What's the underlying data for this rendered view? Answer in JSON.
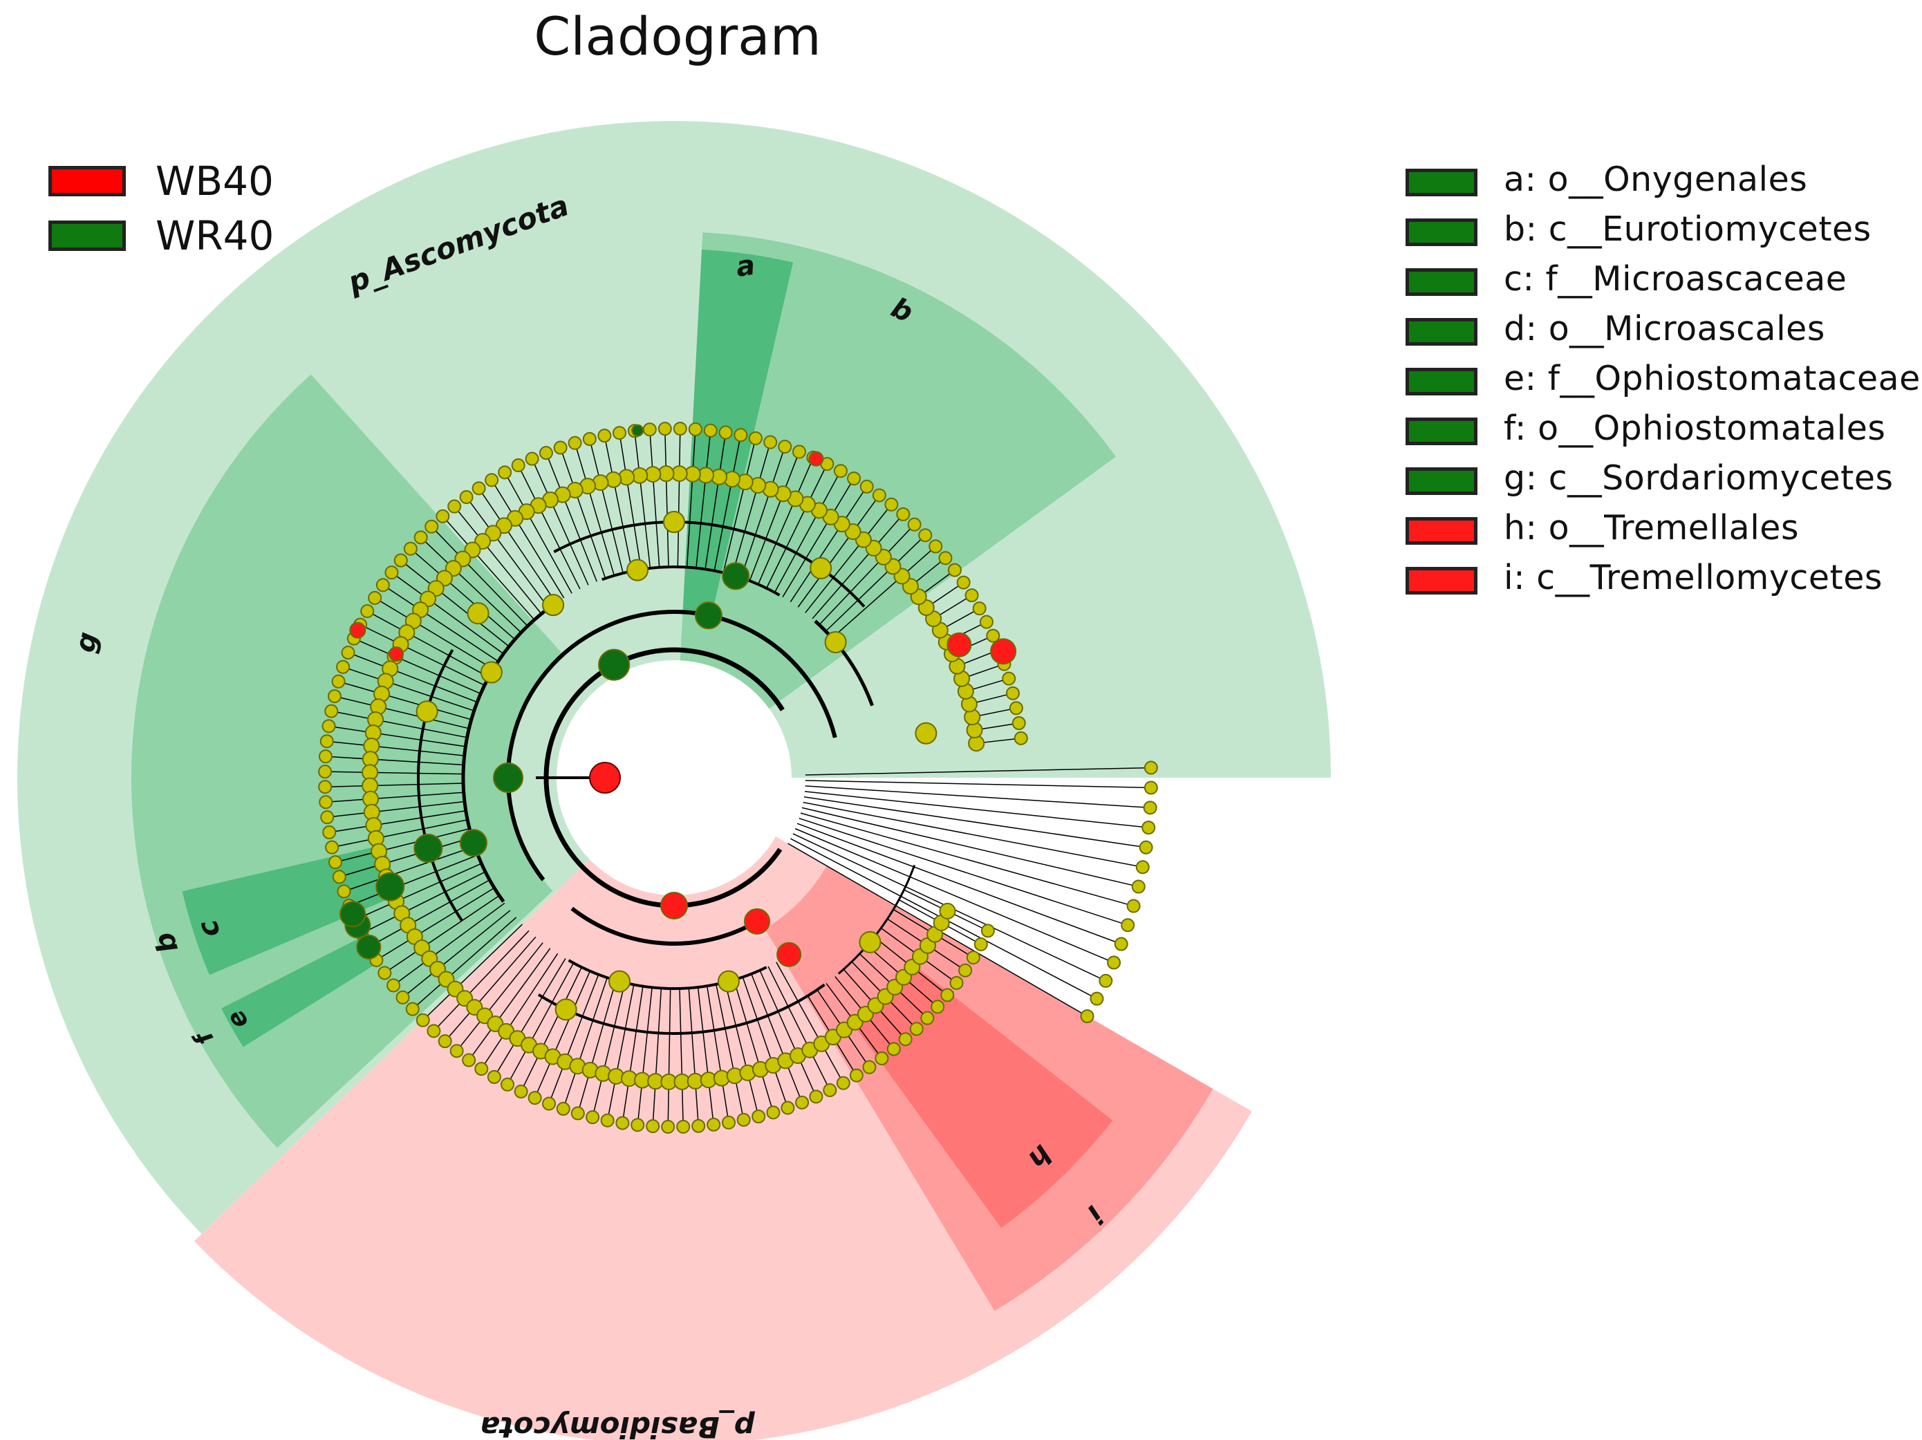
{
  "title": "Cladogram",
  "groups": [
    {
      "name": "WB40",
      "color": "#ff0000"
    },
    {
      "name": "WR40",
      "color": "#0f7a0f"
    }
  ],
  "clades": [
    {
      "letter": "a",
      "label": "a: o__Onygenales",
      "group": "WR40"
    },
    {
      "letter": "b",
      "label": "b: c__Eurotiomycetes",
      "group": "WR40"
    },
    {
      "letter": "c",
      "label": "c: f__Microascaceae",
      "group": "WR40"
    },
    {
      "letter": "d",
      "label": "d: o__Microascales",
      "group": "WR40"
    },
    {
      "letter": "e",
      "label": "e: f__Ophiostomataceae",
      "group": "WR40"
    },
    {
      "letter": "f",
      "label": "f: o__Ophiostomatales",
      "group": "WR40"
    },
    {
      "letter": "g",
      "label": "g: c__Sordariomycetes",
      "group": "WR40"
    },
    {
      "letter": "h",
      "label": "h: o__Tremellales",
      "group": "WB40"
    },
    {
      "letter": "i",
      "label": "i: c__Tremellomycetes",
      "group": "WB40"
    }
  ],
  "phyla": [
    {
      "label": "p_Ascomycota",
      "group": "WR40"
    },
    {
      "label": "p_Basidiomycota",
      "group": "WB40"
    }
  ],
  "sector_labels": {
    "a": "a",
    "b_top": "b",
    "g": "g",
    "b_left": "b",
    "c": "c",
    "e": "e",
    "f": "f",
    "h": "h",
    "i": "i"
  },
  "colors": {
    "node_default": "#c8c400",
    "node_edge": "#6b6b00",
    "WR40_node": "#0f6e14",
    "WB40_node": "#ff1a1a",
    "WR40_band": "#c4e6cf",
    "WR40_band_mid": "#8fd3a7",
    "WR40_band_dark": "#4fbb7c",
    "WB40_band": "#ffcccc",
    "WB40_band_mid": "#ff9d9d",
    "WB40_band_dark": "#ff7676"
  }
}
